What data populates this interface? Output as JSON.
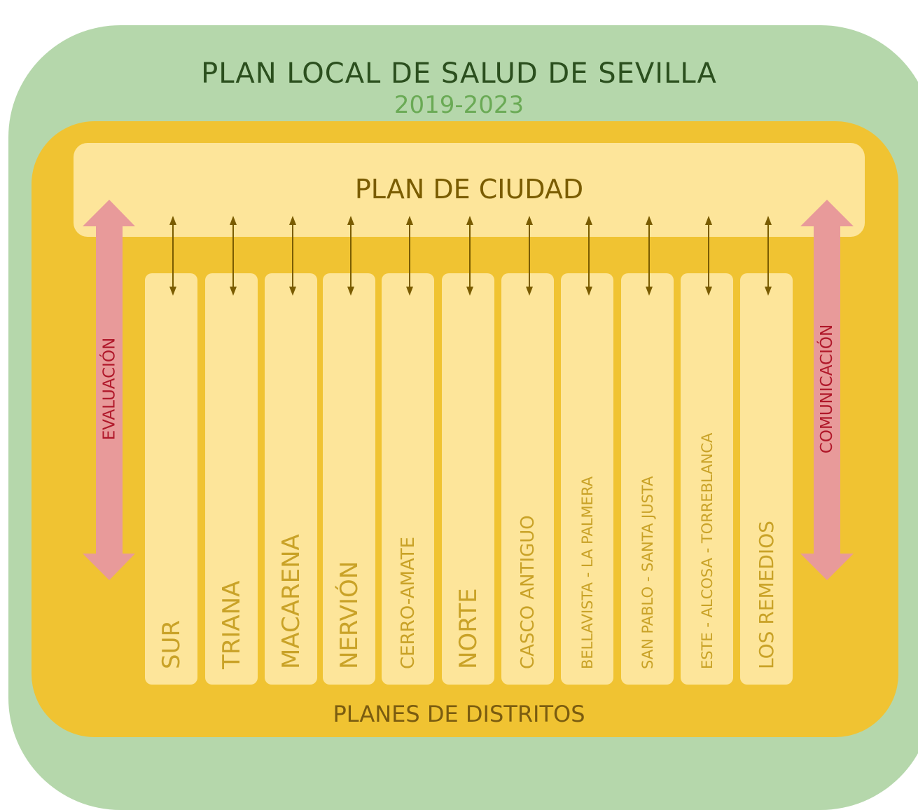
{
  "title": "PLAN LOCAL DE SALUD DE SEVILLA",
  "period": "2019-2023",
  "city_plan": "PLAN DE CIUDAD",
  "district_plans": "PLANES DE DISTRITOS",
  "left_arrow": "EVALUACIÓN",
  "right_arrow": "COMUNICACIÓN",
  "districts": [
    "SUR",
    "TRIANA",
    "MACARENA",
    "NERVIÓN",
    "CERRO-AMATE",
    "NORTE",
    "CASCO ANTIGUO",
    "BELLAVISTA - LA PALMERA",
    "SAN PABLO - SANTA JUSTA",
    "ESTE - ALCOSA - TORREBLANCA",
    "LOS REMEDIOS"
  ],
  "colors": {
    "outer": "#b5d7ab",
    "inner": "#f0c332",
    "box": "#fde59a",
    "arrow": "#e89a9a"
  }
}
